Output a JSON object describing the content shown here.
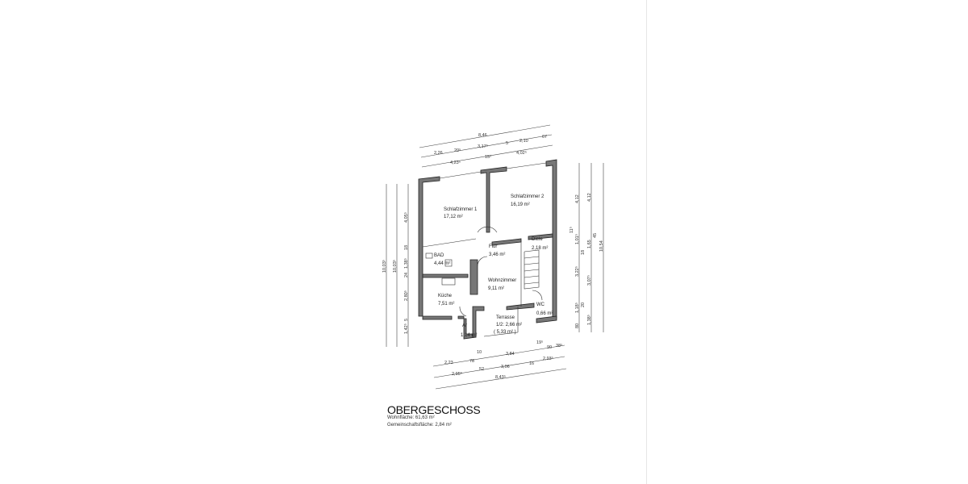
{
  "plan": {
    "title": "OBERGESCHOSS",
    "living_area": "Wohnfläche: 61,63 m²",
    "common_area": "Gemeinschaftsfläche: 2,84 m²",
    "rooms": [
      {
        "name": "Schlafzimmer 1",
        "area": "17,12 m²"
      },
      {
        "name": "Schlafzimmer 2",
        "area": "16,19 m²"
      },
      {
        "name": "Flur",
        "area": "3,46 m²"
      },
      {
        "name": "Diele",
        "area": "2,18 m²"
      },
      {
        "name": "BAD",
        "area": "4,44 m²"
      },
      {
        "name": "Wohnzimmer",
        "area": "9,11 m²"
      },
      {
        "name": "Küche",
        "area": "7,51 m²"
      },
      {
        "name": "WC",
        "area": "0,66 m²"
      },
      {
        "name": "Ar",
        "area": "1,14 m²"
      },
      {
        "name": "Terrasse",
        "area": "1/2: 2,66 m²",
        "area_full": "( 5,33 m² )"
      }
    ],
    "dimensions": {
      "top": [
        "8,46",
        "2,26",
        "20⁵",
        "3,17⁵",
        "5",
        "2,10",
        "67",
        "4,23⁵",
        "15⁵",
        "4,02⁵"
      ],
      "left": [
        "10,03⁵",
        "10,03⁵",
        "4,05⁵",
        "18",
        "1,38⁵",
        "24",
        "2,80⁵",
        "5",
        "1,42⁵"
      ],
      "right": [
        "4,12",
        "4,12",
        "10,54",
        "11⁵",
        "1,01⁵",
        "18",
        "1,65",
        "45",
        "3,22⁵",
        "3,07⁵",
        "1,18⁵",
        "20",
        "80",
        "1,38⁵"
      ],
      "bottom": [
        "19⁵",
        "90",
        "38⁵",
        "10",
        "3,84",
        "2,23",
        "78",
        "2,95⁵",
        "52",
        "3,06",
        "16",
        "2,93⁵",
        "8,43⁵"
      ]
    }
  }
}
